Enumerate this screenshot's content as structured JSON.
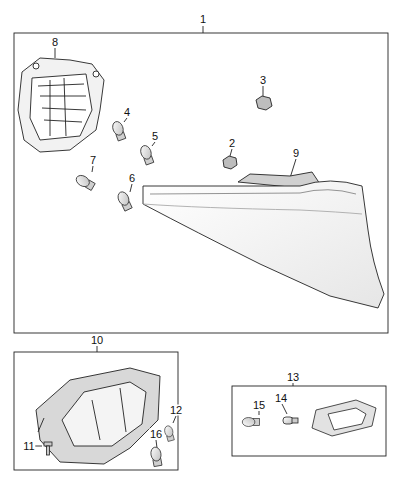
{
  "diagram": {
    "labels": [
      "1",
      "8",
      "3",
      "4",
      "5",
      "2",
      "9",
      "7",
      "6",
      "10",
      "12",
      "11",
      "16",
      "13",
      "15",
      "14"
    ]
  }
}
